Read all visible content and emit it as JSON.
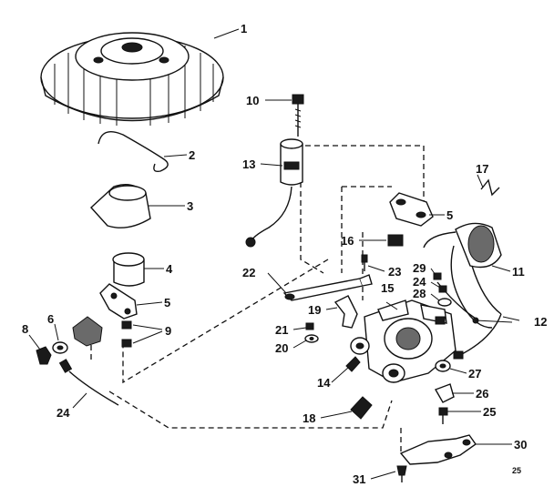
{
  "callouts": [
    "1",
    "2",
    "3",
    "4",
    "5",
    "5",
    "6",
    "8",
    "9",
    "10",
    "11",
    "12",
    "13",
    "14",
    "15",
    "16",
    "17",
    "18",
    "19",
    "20",
    "21",
    "22",
    "23",
    "24",
    "24",
    "25",
    "26",
    "27",
    "28",
    "29",
    "30",
    "31"
  ],
  "drawing_code": "25"
}
